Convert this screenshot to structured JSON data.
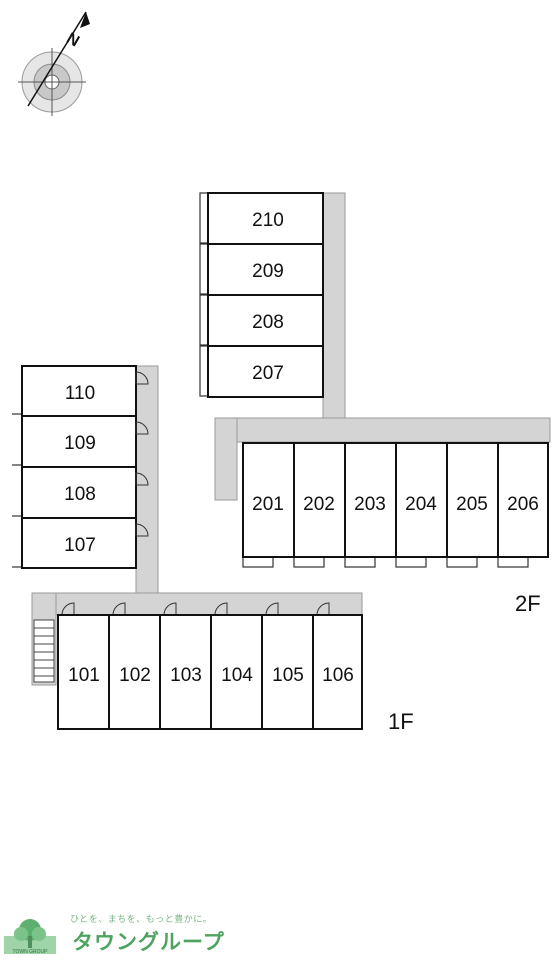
{
  "compass": {
    "north_label": "N"
  },
  "floors": {
    "first": {
      "label": "1F",
      "upper_units": [
        "110",
        "109",
        "108",
        "107"
      ],
      "lower_units": [
        "101",
        "102",
        "103",
        "104",
        "105",
        "106"
      ]
    },
    "second": {
      "label": "2F",
      "upper_units": [
        "210",
        "209",
        "208",
        "207"
      ],
      "lower_units": [
        "201",
        "202",
        "203",
        "204",
        "205",
        "206"
      ]
    }
  },
  "footer": {
    "tagline": "ひとを、まちを、もっと豊かに。",
    "brand": "タウングループ",
    "mark_text": "TOWN GROUP"
  },
  "colors": {
    "corridor": "#d4d4d4",
    "brand_green": "#4ea35f",
    "outline": "#111111"
  }
}
